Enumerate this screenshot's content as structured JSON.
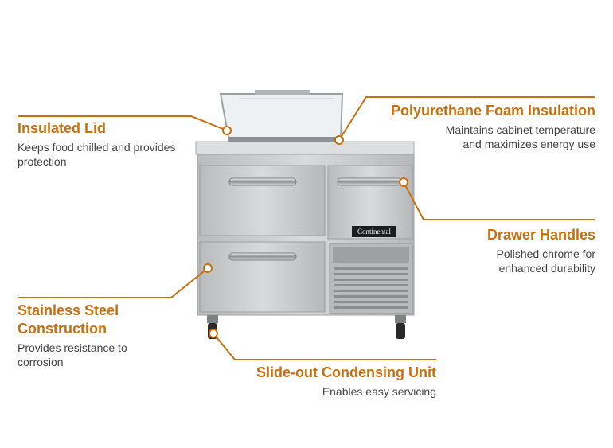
{
  "colors": {
    "accent": "#c8700f",
    "text": "#444444",
    "steel": "#c9cbcc"
  },
  "brand_plate": "Continental",
  "callouts": {
    "insulated_lid": {
      "title": "Insulated Lid",
      "desc": "Keeps food chilled and provides protection"
    },
    "foam_insulation": {
      "title": "Polyurethane Foam Insulation",
      "desc_line1": "Maintains cabinet temperature",
      "desc_line2": "and maximizes energy use"
    },
    "drawer_handles": {
      "title": "Drawer Handles",
      "desc_line1": "Polished chrome for",
      "desc_line2": "enhanced durability"
    },
    "stainless_steel": {
      "title_line1": "Stainless Steel",
      "title_line2": "Construction",
      "desc_line1": "Provides resistance to",
      "desc_line2": "corrosion"
    },
    "condensing_unit": {
      "title": "Slide-out Condensing Unit",
      "desc": "Enables easy servicing"
    }
  }
}
